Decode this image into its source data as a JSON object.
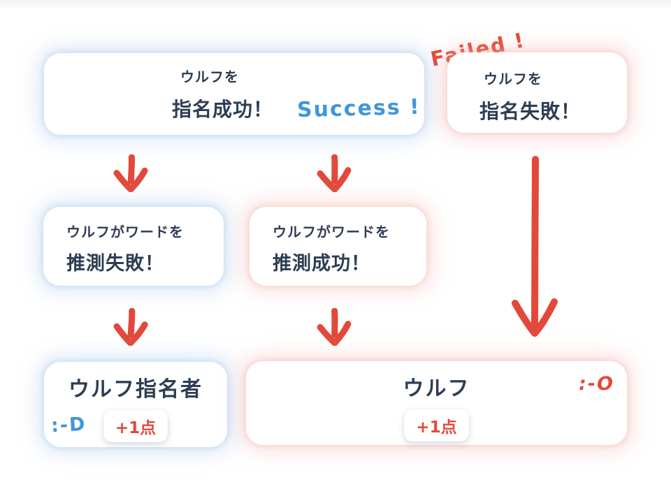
{
  "palette": {
    "ink": "#2d3e53",
    "red": "#e2493a",
    "blue": "#3e97d8"
  },
  "nodes": {
    "nominate_success": {
      "line1": "ウルフを",
      "line2": "指名成功！",
      "annotation": "Success !"
    },
    "nominate_fail": {
      "line1": "ウルフを",
      "line2": "指名失敗！",
      "annotation": "Failed !"
    },
    "guess_fail": {
      "line1": "ウルフがワードを",
      "line2": "推測失敗！"
    },
    "guess_success": {
      "line1": "ウルフがワードを",
      "line2": "推測成功！"
    },
    "nominator_result": {
      "title": "ウルフ指名者",
      "badge": "+1点",
      "emoticon": ":-D"
    },
    "wolf_result": {
      "title": "ウルフ",
      "badge": "+1点",
      "emoticon": ":-O"
    }
  }
}
